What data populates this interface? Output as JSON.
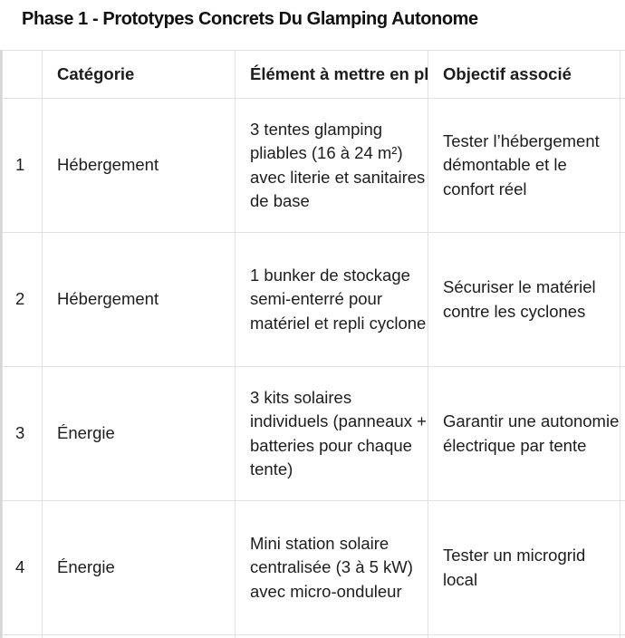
{
  "page": {
    "title": "Phase 1 - Prototypes Concrets Du Glamping Autonome"
  },
  "table": {
    "headers": [
      "",
      "Catégorie",
      "Élément à mettre en place",
      "Objectif associé"
    ],
    "rows": [
      {
        "num": "1",
        "category": "Hébergement",
        "element": "3 tentes glamping pliables (16 à 24 m²) avec literie et sanitaires de base",
        "objective": "Tester l’hébergement démontable et le confort réel"
      },
      {
        "num": "2",
        "category": "Hébergement",
        "element": "1 bunker de stockage semi-enterré pour matériel et repli cyclone",
        "objective": "Sécuriser le matériel contre les cyclones"
      },
      {
        "num": "3",
        "category": "Énergie",
        "element": "3 kits solaires individuels (panneaux + batteries pour chaque tente)",
        "objective": "Garantir une autonomie électrique par tente"
      },
      {
        "num": "4",
        "category": "Énergie",
        "element": "Mini station solaire centralisée (3 à 5 kW) avec micro-onduleur",
        "objective": "Tester un microgrid local"
      }
    ]
  }
}
